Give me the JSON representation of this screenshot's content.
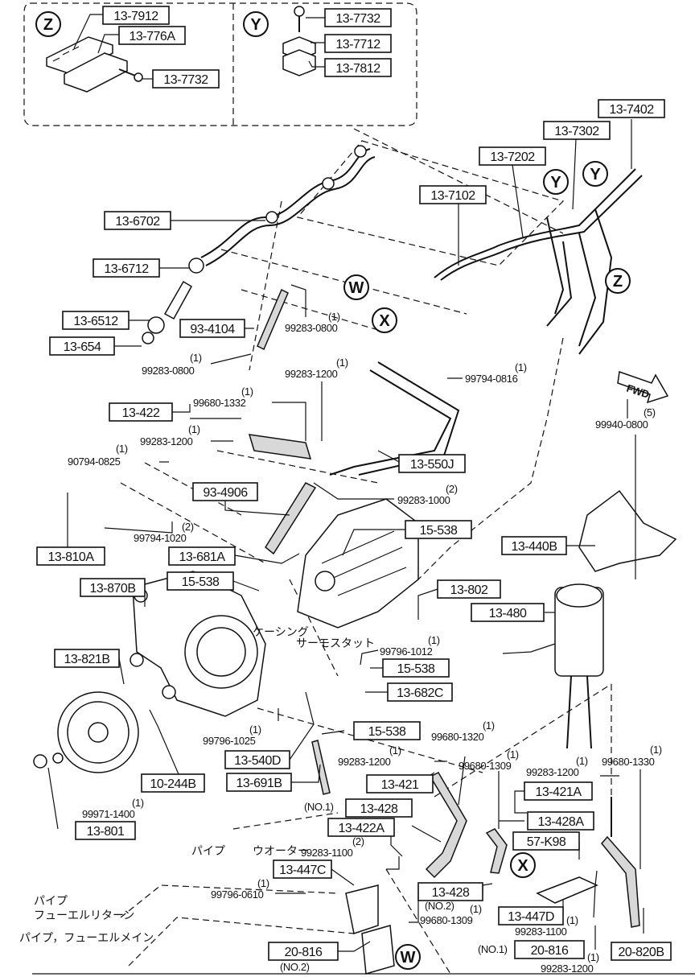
{
  "part_labels": [
    "13-7912",
    "13-776A",
    "13-7732",
    "13-7732",
    "13-7712",
    "13-7812",
    "13-7402",
    "13-7302",
    "13-7202",
    "13-7102",
    "13-6702",
    "13-6712",
    "13-6512",
    "13-654",
    "93-4104",
    "13-422",
    "13-550J",
    "93-4906",
    "13-810A",
    "15-538",
    "13-681A",
    "15-538",
    "13-870B",
    "13-802",
    "13-480",
    "13-440B",
    "13-821B",
    "15-538",
    "13-682C",
    "15-538",
    "13-540D",
    "13-691B",
    "10-244B",
    "13-801",
    "13-421",
    "13-421A",
    "13-428",
    "13-428A",
    "13-422A",
    "57-K98",
    "13-447C",
    "13-428",
    "13-447D",
    "20-816",
    "20-816",
    "20-820B"
  ],
  "small_labels": [
    "99283-0800",
    "(1)",
    "99283-0800",
    "(1)",
    "99283-1200",
    "(1)",
    "99794-0816",
    "(1)",
    "99680-1332",
    "(1)",
    "99283-1200",
    "(1)",
    "90794-0825",
    "(1)",
    "99283-1000",
    "(2)",
    "99794-1020",
    "(2)",
    "99940-0800",
    "(5)",
    "99796-1012",
    "(1)",
    "99796-1025",
    "(1)",
    "99680-1320",
    "(1)",
    "99283-1200",
    "(1)",
    "99680-1309",
    "(1)",
    "99283-1200",
    "(1)",
    "99680-1330",
    "(1)",
    "99971-1400",
    "(1)",
    "(NO.1)",
    "99283-1100",
    "(2)",
    "99796-0610",
    "(1)",
    "(NO.2)",
    "99680-1309",
    "(1)",
    "99283-1100",
    "(1)",
    "(NO.1)",
    "(NO.2)",
    "99283-1200",
    "(1)",
    "FWD"
  ],
  "circle_labels": [
    "Z",
    "Y",
    "Y",
    "Y",
    "Z",
    "W",
    "X",
    "X",
    "W"
  ],
  "japanese_labels": [
    "ケーシング",
    "サーモスタット",
    "パイプ",
    "ウオーター",
    "パイプ",
    "フューエルリターン",
    "パイプ，フューエルメイン"
  ]
}
